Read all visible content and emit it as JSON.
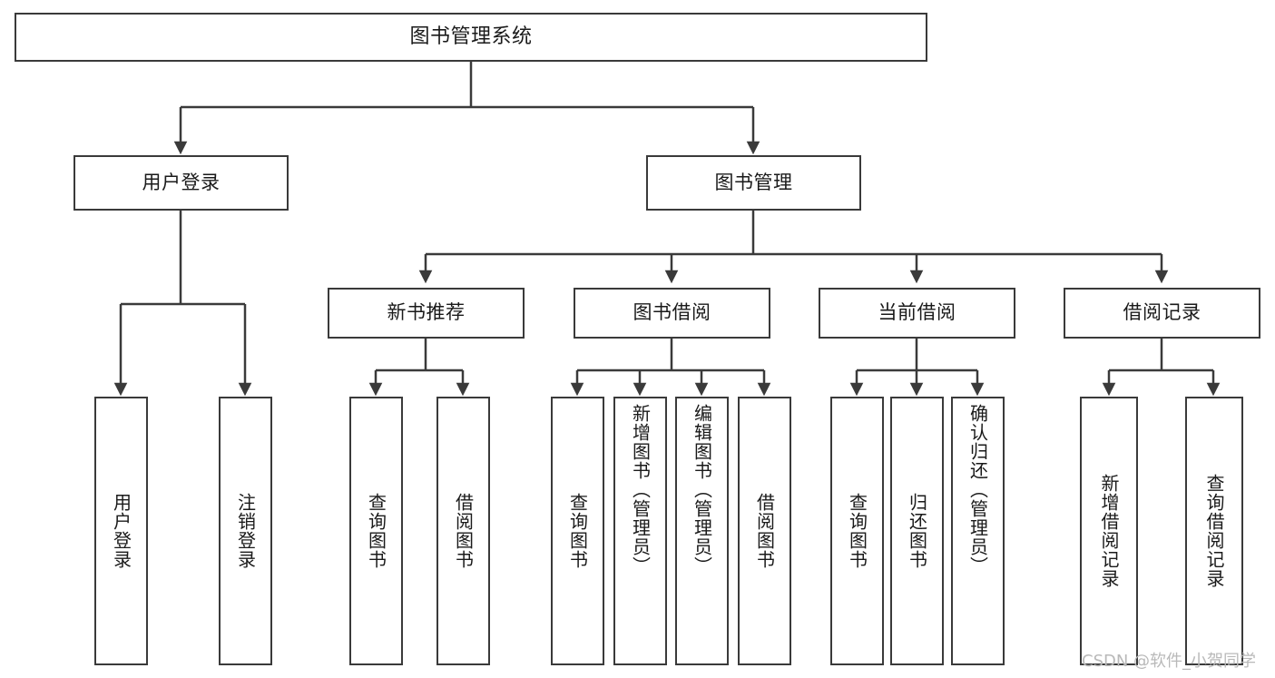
{
  "diagram": {
    "title": "图书管理系统",
    "watermark": "CSDN @软件_小贺同学",
    "line_color": "#3a3a3a",
    "text_color": "#1a1a1a",
    "background": "#ffffff"
  },
  "nodes": {
    "root": {
      "label": "图书管理系统"
    },
    "level2": [
      {
        "label": "用户登录"
      },
      {
        "label": "图书管理"
      }
    ],
    "level3": [
      {
        "label": "新书推荐"
      },
      {
        "label": "图书借阅"
      },
      {
        "label": "当前借阅"
      },
      {
        "label": "借阅记录"
      }
    ],
    "leaves_user_login": [
      {
        "label": "用户登录"
      },
      {
        "label": "注销登录"
      }
    ],
    "leaves_new_book": [
      {
        "label": "查询图书"
      },
      {
        "label": "借阅图书"
      }
    ],
    "leaves_borrow": [
      {
        "label": "查询图书"
      },
      {
        "label": "新增图书（管理员）"
      },
      {
        "label": "编辑图书（管理员）"
      },
      {
        "label": "借阅图书"
      }
    ],
    "leaves_current": [
      {
        "label": "查询图书"
      },
      {
        "label": "归还图书"
      },
      {
        "label": "确认归还（管理员）"
      }
    ],
    "leaves_records": [
      {
        "label": "新增借阅记录"
      },
      {
        "label": "查询借阅记录"
      }
    ]
  }
}
